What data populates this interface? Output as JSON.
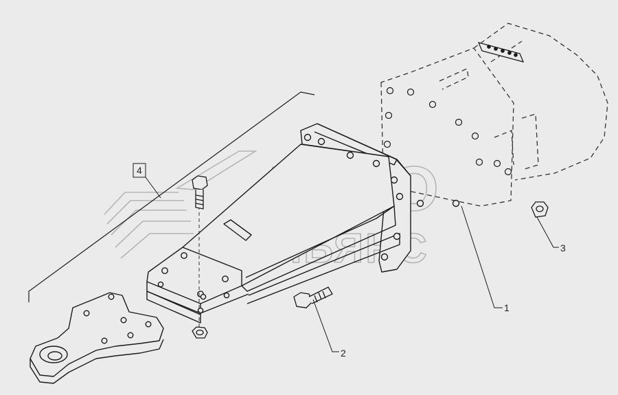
{
  "callouts": [
    {
      "label": "1"
    },
    {
      "label": "2"
    },
    {
      "label": "3"
    },
    {
      "label": "4"
    }
  ],
  "watermark": {
    "line1": "АВТО",
    "line2": "АЛЬЯНС"
  },
  "colors": {
    "background": "#ebebeb",
    "line": "#1a1a1a",
    "dashed": "#333333",
    "watermark": "#b4b4b4"
  }
}
